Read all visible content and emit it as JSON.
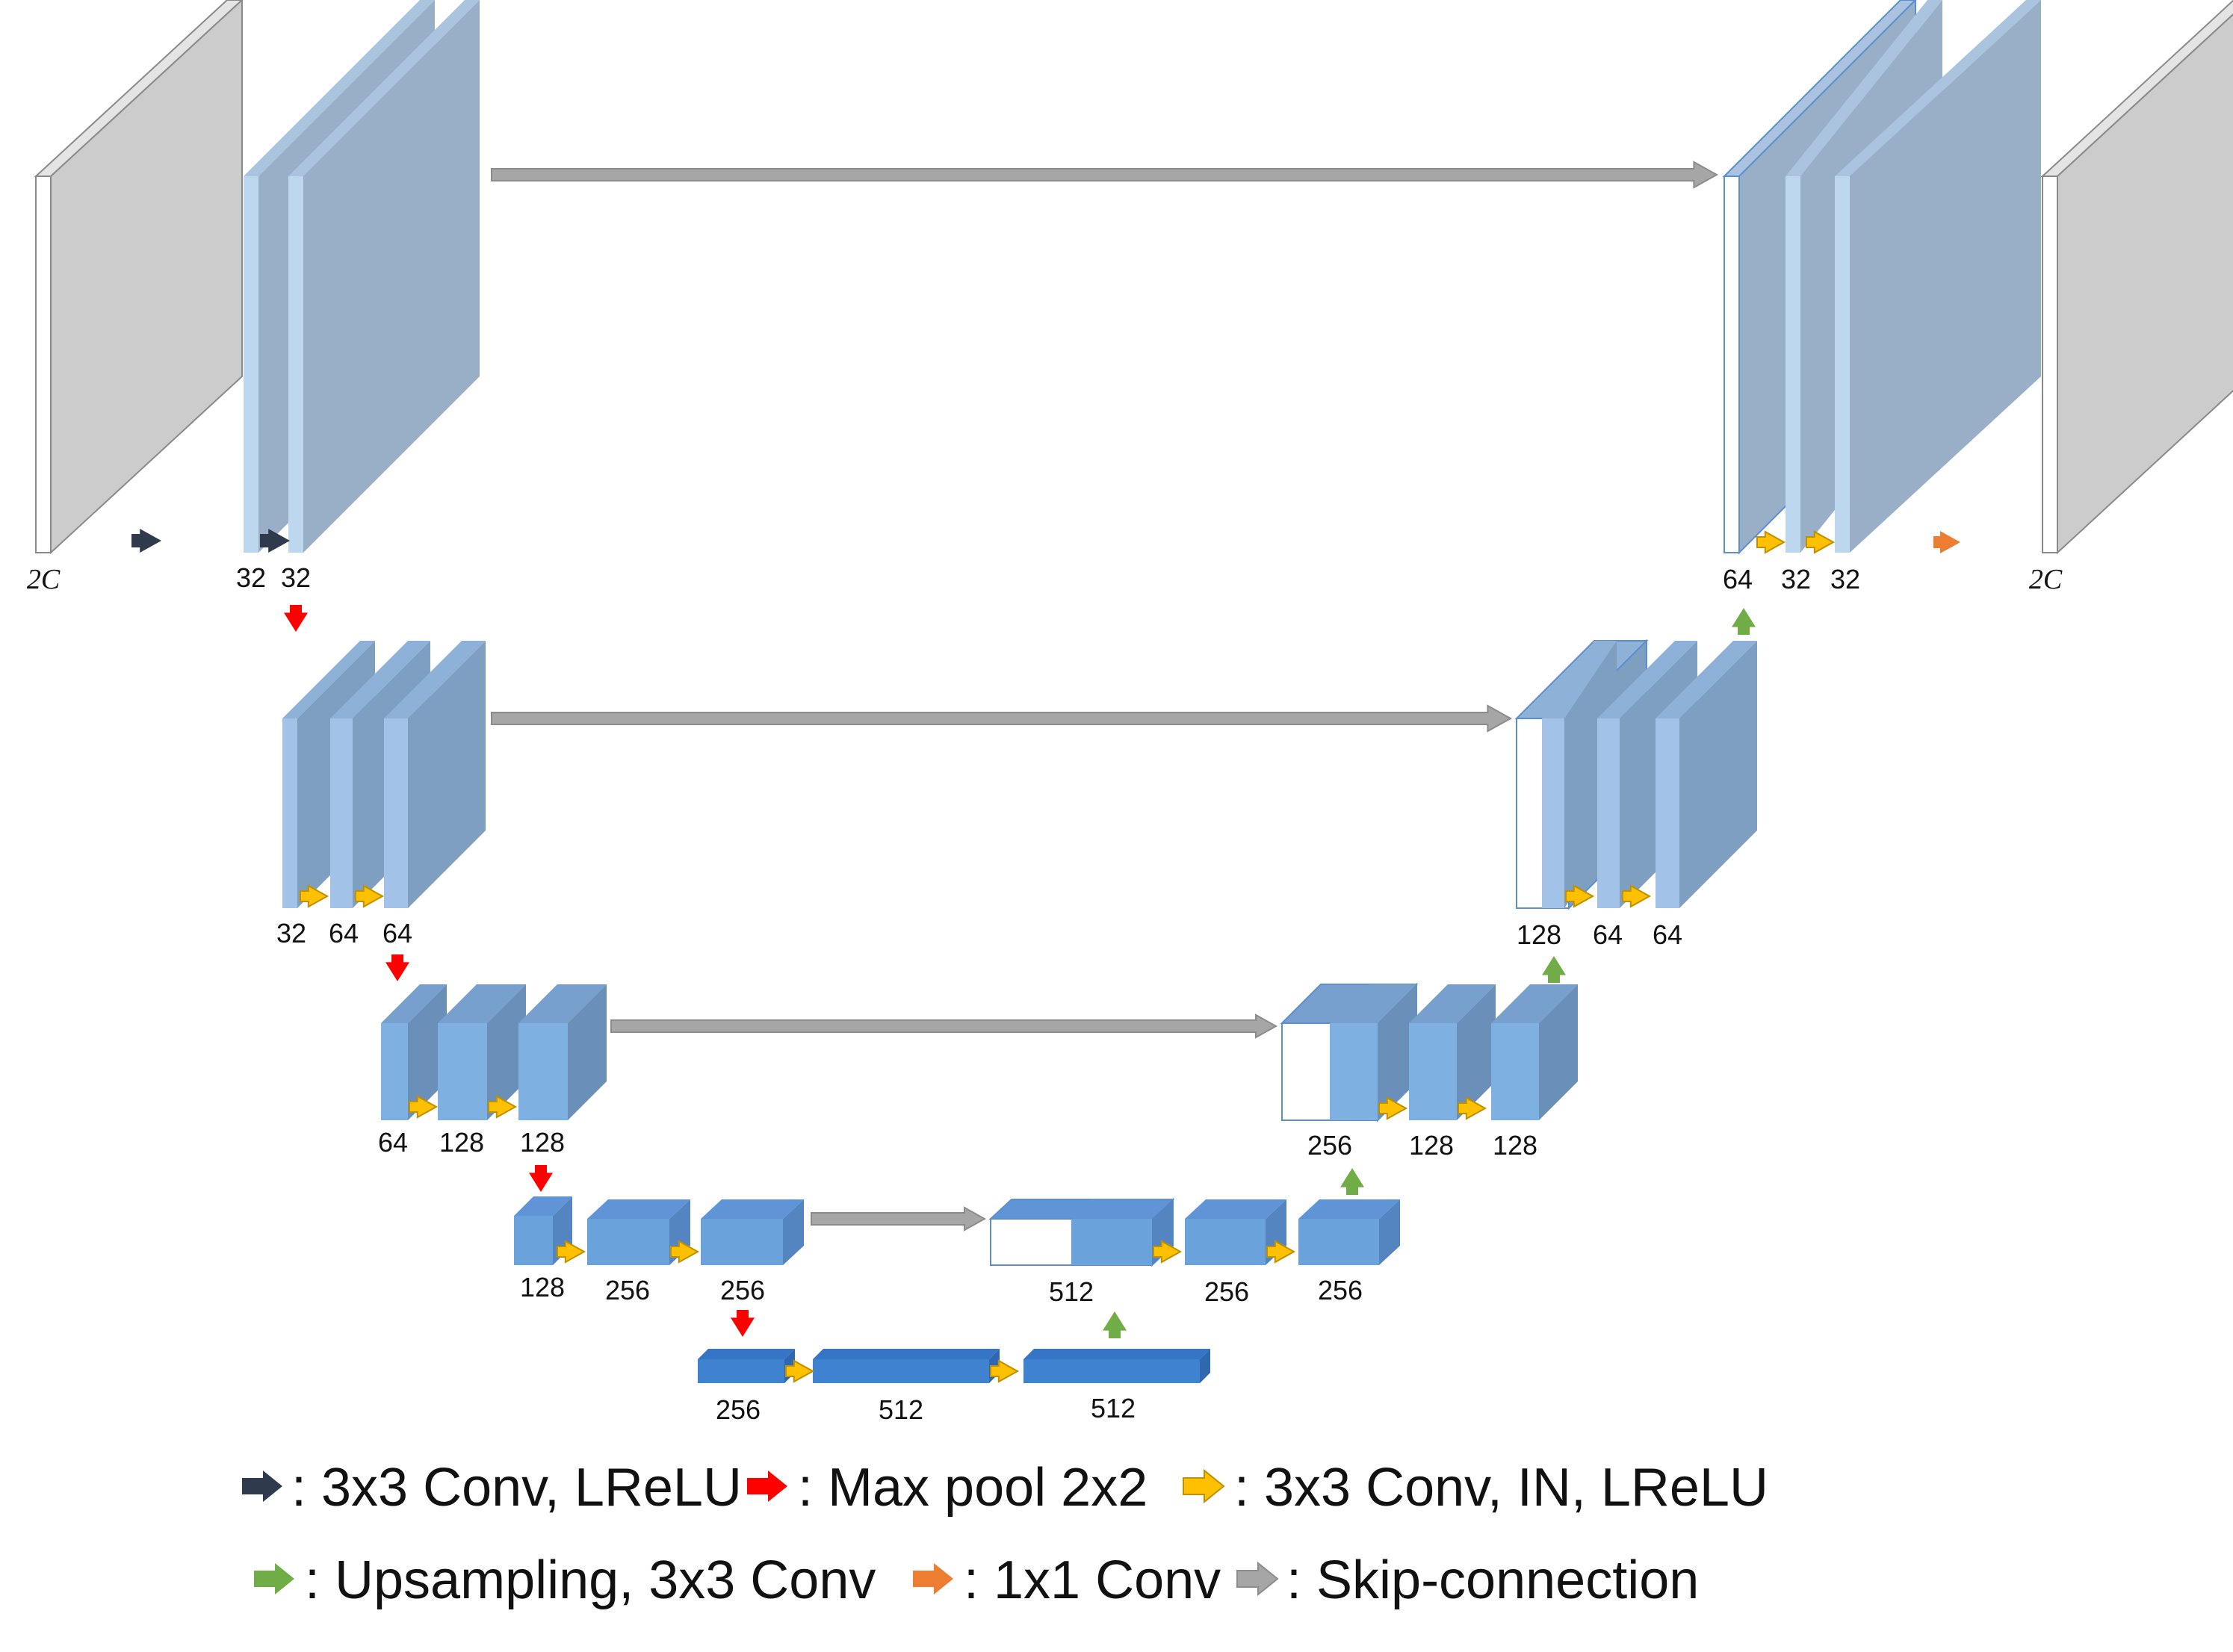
{
  "colors": {
    "gray_front": "#ffffff",
    "gray_face": "#cccccc",
    "level1_face": "#98afc7",
    "level1_front": "#bdd7ee",
    "level2_face": "#7f9fc0",
    "level2_front": "#a2c2e8",
    "level3_face": "#6a8fb8",
    "level3_front": "#7fb0e2",
    "level4_face": "#5585c0",
    "level4_front": "#6aa2dc",
    "level5_face": "#3068b0",
    "level5_front": "#3e82d0",
    "outline": "#5b8fd0",
    "arrow_dark": "#2f3b4d",
    "arrow_red": "#ff0000",
    "arrow_yellow": "#ffc000",
    "arrow_green": "#70ad47",
    "arrow_orange": "#ed7d31",
    "arrow_gray": "#a6a6a6"
  },
  "channel_labels": {
    "input": "2C",
    "enc1_a": "32",
    "enc1_b": "32",
    "enc2_a": "32",
    "enc2_b": "64",
    "enc2_c": "64",
    "enc3_a": "64",
    "enc3_b": "128",
    "enc3_c": "128",
    "enc4_a": "128",
    "enc4_b": "256",
    "enc4_c": "256",
    "bott_a": "256",
    "bott_b": "512",
    "bott_c": "512",
    "dec4_a": "512",
    "dec4_b": "256",
    "dec4_c": "256",
    "dec3_a": "256",
    "dec3_b": "128",
    "dec3_c": "128",
    "dec2_a": "128",
    "dec2_b": "64",
    "dec2_c": "64",
    "dec1_a": "64",
    "dec1_b": "32",
    "dec1_c": "32",
    "output": "2C"
  },
  "legend": {
    "row1": [
      {
        "icon": "dark-arrow-icon",
        "text": ": 3x3 Conv, LReLU"
      },
      {
        "icon": "red-arrow-icon",
        "text": ": Max pool 2x2"
      },
      {
        "icon": "yellow-arrow-icon",
        "text": ": 3x3 Conv, IN, LReLU"
      }
    ],
    "row2": [
      {
        "icon": "green-arrow-icon",
        "text": ": Upsampling, 3x3 Conv"
      },
      {
        "icon": "orange-arrow-icon",
        "text": ": 1x1 Conv"
      },
      {
        "icon": "gray-arrow-icon",
        "text": ": Skip-connection"
      }
    ]
  }
}
